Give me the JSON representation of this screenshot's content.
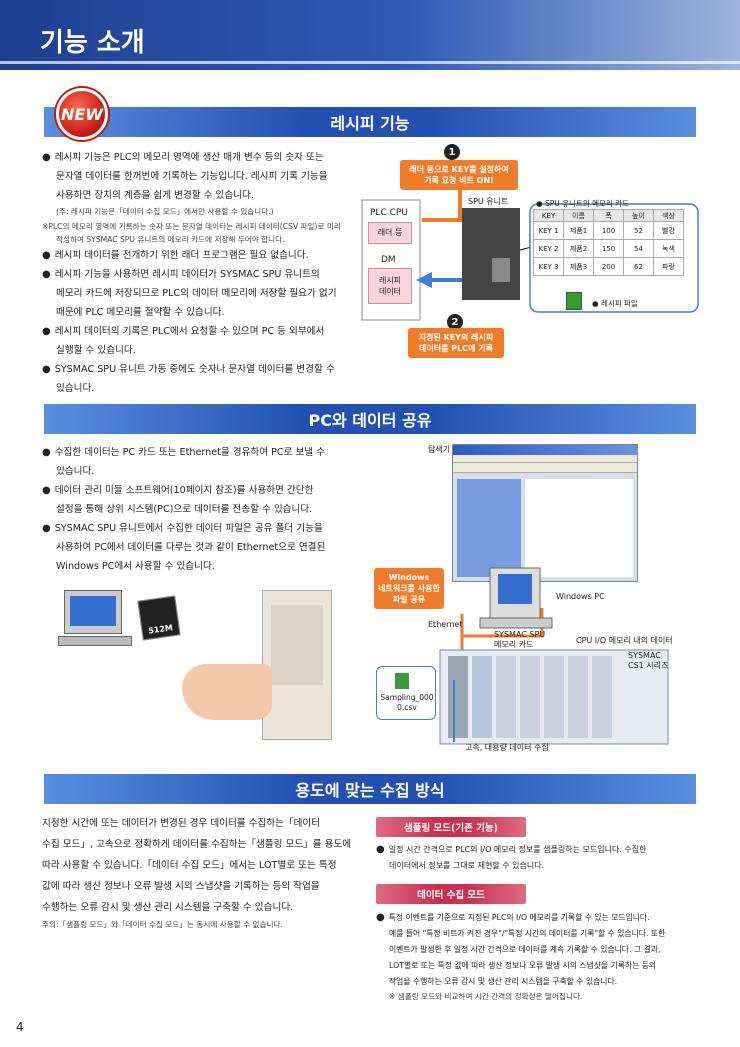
{
  "header": {
    "title": "기능 소개"
  },
  "badge": "NEW",
  "sec1": {
    "title": "레시피 기능",
    "bullets": [
      [
        "레시피 기능은 PLC의 메모리 영역에 생산 매개 변수 등의 숫자 또는",
        "문자열 데이터를 한꺼번에 기록하는 기능입니다. 레시피 기록 기능을",
        "사용하면 장치의 계층을 쉽게 변경할 수 있습니다."
      ],
      [
        "레시피 데이터를 전개하기 위한 래더 프로그램은 필요 없습니다."
      ],
      [
        "레시피 기능을 사용하면 레시피 데이터가 SYSMAC SPU 유니트의",
        "메모리 카드에 저장되므로 PLC의 데이터 메모리에 저장할 필요가 없기",
        "때문에 PLC 메모리를 절약할 수 있습니다."
      ],
      [
        "레시피 데이터의 기록은 PLC에서 요청할 수 있으며 PC 등 외부에서",
        "실행할 수 있습니다."
      ],
      [
        "SYSMAC SPU 유니트 가동 중에도 숫자나 문자열 데이터를 변경할 수",
        "있습니다."
      ]
    ],
    "note1": "(주: 레시피 기능은「데이터 수집 모드」에서만 사용할 수 있습니다.)",
    "note2a": "※PLC의 메모리 영역에 기록하는 숫자 또는 문자열 데이터는 레시피 데이터(CSV 파일)로 미리",
    "note2b": "작성하여 SYSMAC SPU 유니트의 메모리 카드에 저장해 두어야 합니다.",
    "diagram": {
      "step1": "1",
      "step1_text": [
        "래더 등으로 KEY를 설정하여",
        "기록 요청 비트 ON!"
      ],
      "step2": "2",
      "step2_text": [
        "지정된 KEY의 레시피",
        "데이터를 PLC에 기록"
      ],
      "plc_cpu": "PLC CPU",
      "ladder": "래더 등",
      "dm": "DM",
      "recipe_data": [
        "레시피",
        "데이터"
      ],
      "spu_unit": "SPU 유니트",
      "card_label": "SPU 유니트의 메모리 카드",
      "recipe_file": "레시피 파일",
      "table_head": [
        "KEY",
        "이름",
        "폭",
        "높이",
        "색상"
      ],
      "table_rows": [
        [
          "KEY 1",
          "제품1",
          "100",
          "52",
          "빨강"
        ],
        [
          "KEY 2",
          "제품2",
          "150",
          "54",
          "녹색"
        ],
        [
          "KEY 3",
          "제품3",
          "200",
          "62",
          "파랑"
        ]
      ]
    }
  },
  "sec2": {
    "title": "PC와 데이터 공유",
    "bullets": [
      [
        "수집한 데이터는 PC 카드 또는 Ethernet을 경유하여 PC로 보낼 수",
        "있습니다."
      ],
      [
        "데이터 관리 미들 소프트웨어(10페이지 참조)를 사용하면 간단한",
        "설정을 통해 상위 시스템(PC)으로 데이터를 전송할 수 있습니다."
      ],
      [
        "SYSMAC SPU 유니트에서 수집한 데이터 파일은 공유 폴더 기능을",
        "사용하여 PC에서 데이터를 다루는 것과 같이 Ethernet으로 연결된",
        "Windows PC에서 사용할 수 있습니다."
      ]
    ],
    "diagram": {
      "explorer": "탐색기",
      "windows_share": [
        "Windows",
        "네트워크를 사용한",
        "파일 공유"
      ],
      "windows_pc": "Windows PC",
      "ethernet": "Ethernet",
      "memory_card": [
        "SYSMAC SPU",
        "메모리 카드"
      ],
      "cpu_io": "CPU I/O 메모리 내의 데이터",
      "cs1": [
        "SYSMAC",
        "CS1 시리즈"
      ],
      "csv_file": [
        "Sampling_000",
        "0.csv"
      ],
      "fast_collect": "고속, 대용량 데이터 수집",
      "card_512": "512M"
    }
  },
  "sec3": {
    "title": "용도에 맞는 수집 방식",
    "intro": [
      "지정한 시간에 또는 데이터가 변경된 경우 데이터를 수집하는「데이터",
      "수집 모드」, 고속으로 정확하게 데이터를 수집하는「샘플링 모드」를 용도에",
      "따라 사용할 수 있습니다.「데이터 수집 모드」에서는 LOT별로 또는 특정",
      "값에 따라 생산 정보나 오류 발생 시의 스냅샷을 기록하는 등의 작업을",
      "수행하는 오류 감시 및 생산 관리 시스템을 구축할 수 있습니다."
    ],
    "intro_note": "주의:「샘플링 모드」와「데이터 수집 모드」는 동시에 사용할 수 없습니다.",
    "mode1_title": "샘플링 모드(기존 기능)",
    "mode1_text": [
      "일정 시간 간격으로 PLC의 I/O 메모리 정보를 샘플링하는 모드입니다. 수집한",
      "데이터에서 정보를 그대로 재현할 수 있습니다."
    ],
    "mode2_title": "데이터 수집 모드",
    "mode2_text": [
      "특정 이벤트를 기준으로 지정된 PLC의 I/O 메모리를 기록할 수 있는 모드입니다.",
      "예를 들어 \"특정 비트가 켜진 경우\"/\"특정 시간의 데이터를 기록\"할 수 있습니다. 또한",
      "이벤트가 발생한 후 일정 시간 간격으로 데이터를 계속 기록할 수 있습니다. 그 결과,",
      "LOT별로 또는 특정 값에 따라 생산 정보나 오류 발생 시의 스냅샷을 기록하는 등의",
      "작업을 수행하는 오류 감시 및 생산 관리 시스템을 구축할 수 있습니다."
    ],
    "mode2_note": "※ 샘플링 모드와 비교하여 시간 간격의 정확성은 떨어집니다."
  },
  "page_number": "4"
}
